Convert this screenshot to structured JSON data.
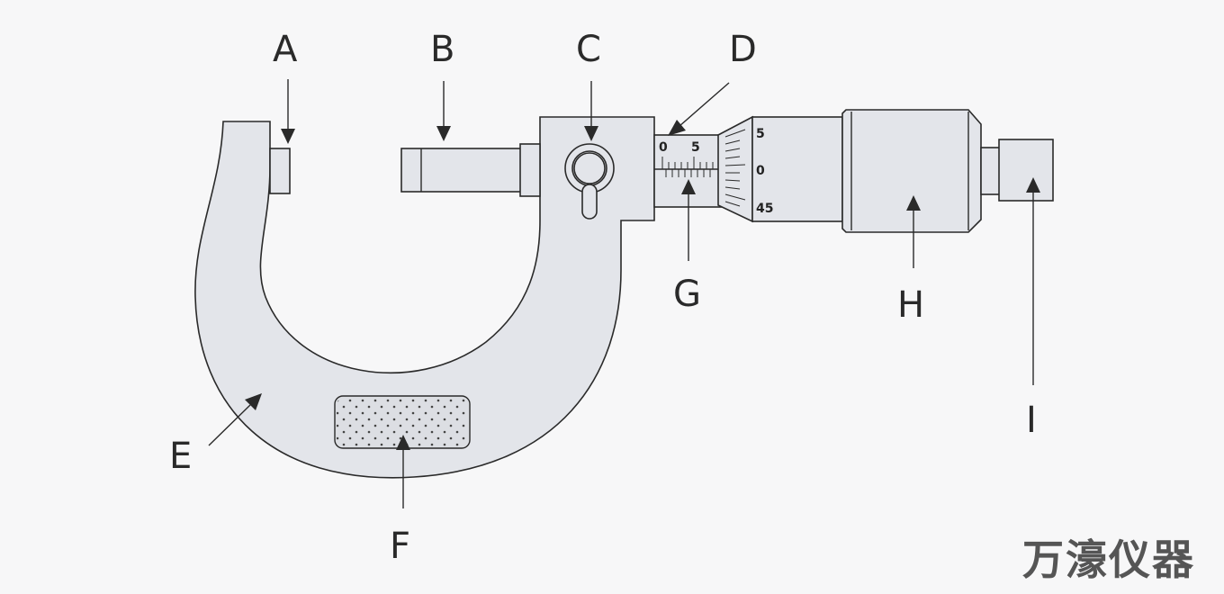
{
  "labels": {
    "a": "A",
    "b": "B",
    "c": "C",
    "d": "D",
    "e": "E",
    "f": "F",
    "g": "G",
    "h": "H",
    "i": "I"
  },
  "sleeve_scale": {
    "zero": "0",
    "five": "5"
  },
  "thimble_scale": {
    "top": "5",
    "middle": "0",
    "bottom": "45"
  },
  "watermark": "万濠仪器",
  "colors": {
    "body": "#e3e5ea",
    "line": "#2a2a2a",
    "background": "#f7f7f8"
  }
}
